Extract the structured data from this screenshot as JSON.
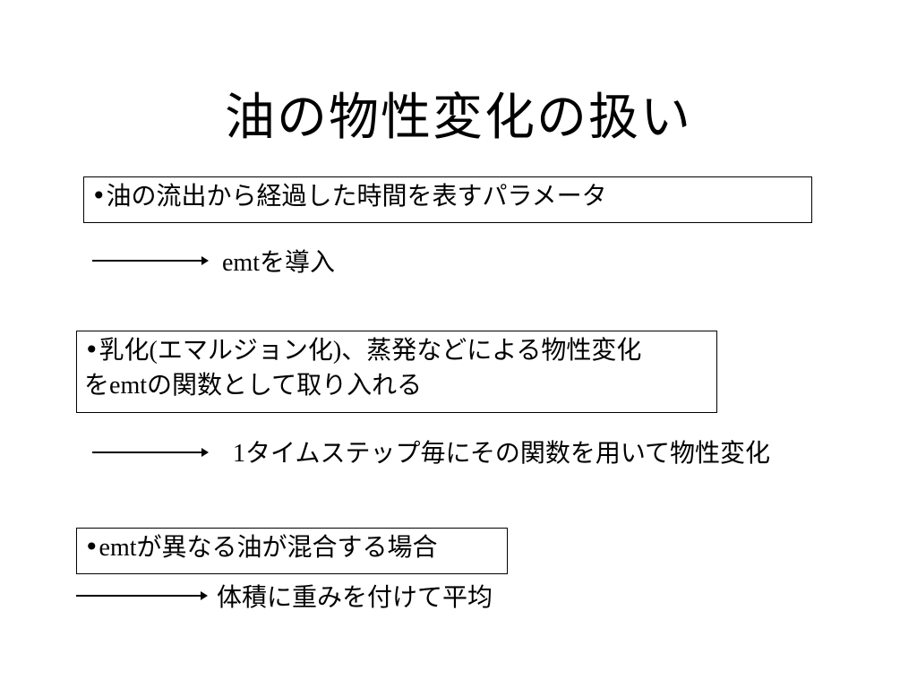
{
  "slide": {
    "title": "油の物性変化の扱い",
    "box1": {
      "bullet": "•",
      "text": "油の流出から経過した時間を表すパラメータ"
    },
    "note1": {
      "prefix": "emt",
      "text": "を導入"
    },
    "box2": {
      "bullet": "•",
      "line1_a": "乳化",
      "line1_paren_open": "(",
      "line1_b": "エマルジョン化",
      "line1_paren_close": ")",
      "line1_c": "、蒸発などによる物性変化",
      "line2_a": "を",
      "line2_emt": "emt",
      "line2_b": "の関数として取り入れる"
    },
    "note2": {
      "prefix": "1",
      "text": "タイムステップ毎にその関数を用いて物性変化"
    },
    "box3": {
      "bullet": "•",
      "emt": "emt",
      "text": "が異なる油が混合する場合"
    },
    "note3": {
      "text": "体積に重みを付けて平均"
    }
  }
}
